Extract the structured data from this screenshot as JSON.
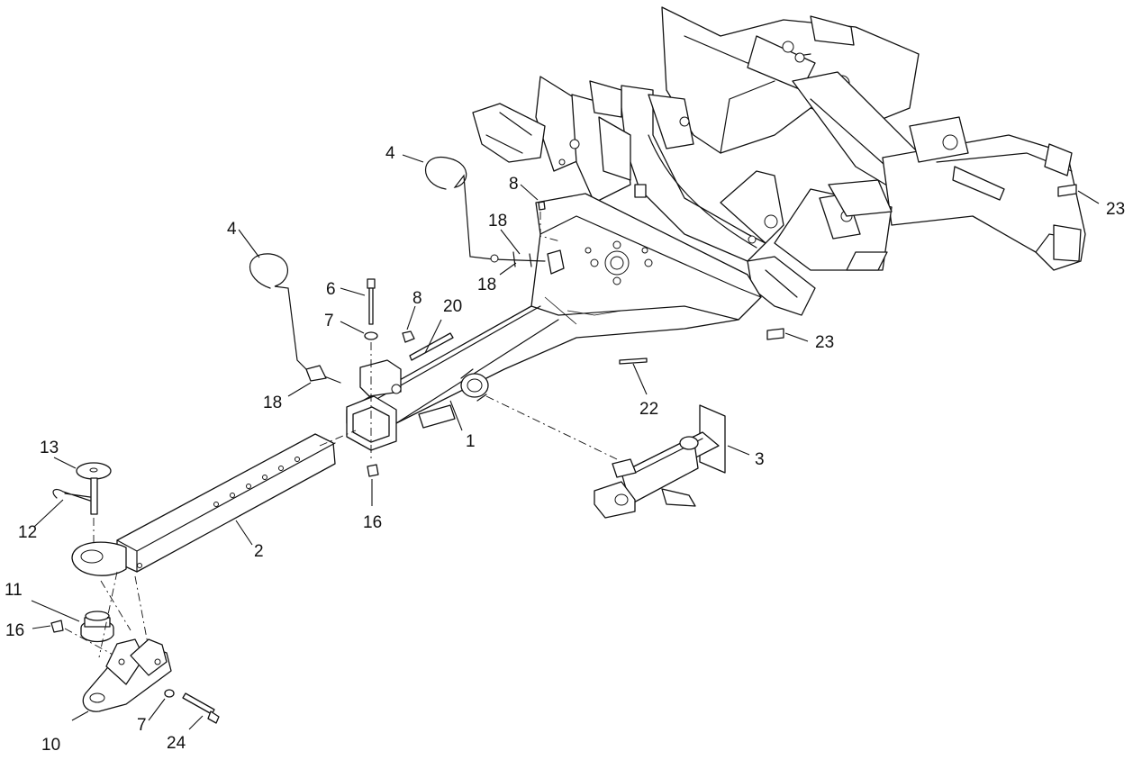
{
  "diagram": {
    "callouts": {
      "c1": "1",
      "c2": "2",
      "c3": "3",
      "c4a": "4",
      "c4b": "4",
      "c6": "6",
      "c7a": "7",
      "c7b": "7",
      "c8a": "8",
      "c8b": "8",
      "c10": "10",
      "c11": "11",
      "c12": "12",
      "c13": "13",
      "c16a": "16",
      "c16b": "16",
      "c18a": "18",
      "c18b": "18",
      "c18c": "18",
      "c20": "20",
      "c22": "22",
      "c23a": "23",
      "c23b": "23",
      "c24": "24"
    },
    "colors": {
      "ink": "#111111",
      "paper": "#ffffff"
    }
  }
}
